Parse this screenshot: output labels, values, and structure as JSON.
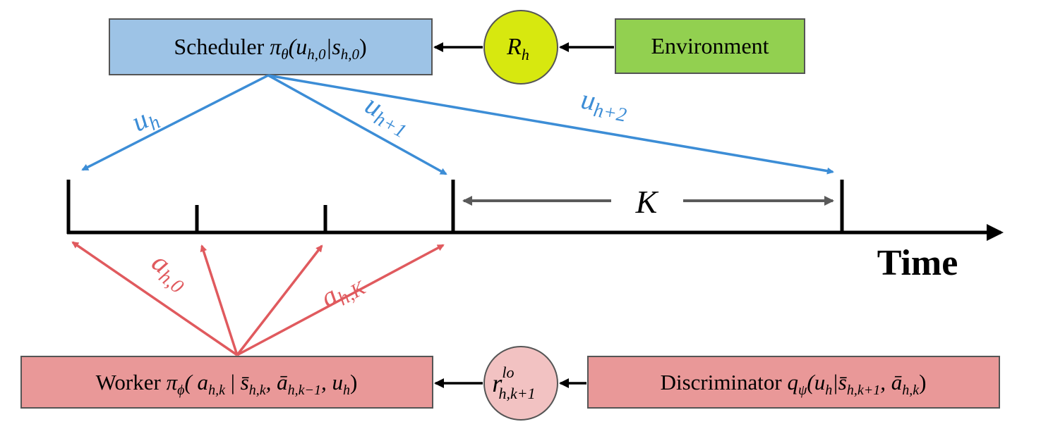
{
  "colors": {
    "scheduler_fill": "#9dc3e6",
    "environment_fill": "#92d050",
    "reward_fill": "#d7e80f",
    "worker_fill": "#e99898",
    "discriminator_fill": "#e99898",
    "local_reward_fill": "#f2c2c2",
    "border": "#555555",
    "scheduler_arrows": "#3c8dd6",
    "worker_arrows": "#e05a5e",
    "k_arrows": "#5a5a5a",
    "axis": "#000000"
  },
  "scheduler": {
    "label": "Scheduler",
    "policy_symbol": "π",
    "policy_subscript": "θ",
    "formula_args": "(u",
    "formula_args_sub": "h,0",
    "formula_given": "|s",
    "formula_given_sub": "h,0",
    "formula_close": ")"
  },
  "global_reward": {
    "symbol": "R",
    "subscript": "h"
  },
  "environment": {
    "label": "Environment"
  },
  "scheduler_arrows": [
    {
      "symbol": "u",
      "subscript": "h"
    },
    {
      "symbol": "u",
      "subscript": "h+1"
    },
    {
      "symbol": "u",
      "subscript": "h+2"
    }
  ],
  "interval": {
    "label": "K"
  },
  "axis": {
    "label": "Time"
  },
  "worker_arrows": [
    {
      "symbol": "a",
      "subscript": "h,0"
    },
    {
      "symbol": "a",
      "subscript": "h,K"
    }
  ],
  "worker": {
    "label": "Worker",
    "policy_symbol": "π",
    "policy_subscript": "ϕ",
    "formula": "( a",
    "formula_sub1": "h,k",
    "formula_bar": " | ",
    "formula_s": "s̄",
    "formula_sub2": "h,k",
    "formula_a": ", ā",
    "formula_sub3": "h,k−1",
    "formula_u": ", u",
    "formula_sub4": "h",
    "formula_close": ")"
  },
  "local_reward": {
    "symbol": "r",
    "superscript": "lo",
    "subscript": "h,k+1"
  },
  "discriminator": {
    "label": "Discriminator",
    "q_symbol": "q",
    "q_subscript": "ψ",
    "formula_open": "(u",
    "formula_sub1": "h",
    "formula_given": "|s̄",
    "formula_sub2": "h,k+1",
    "formula_a": ", ā",
    "formula_sub3": "h,k",
    "formula_close": ")"
  }
}
